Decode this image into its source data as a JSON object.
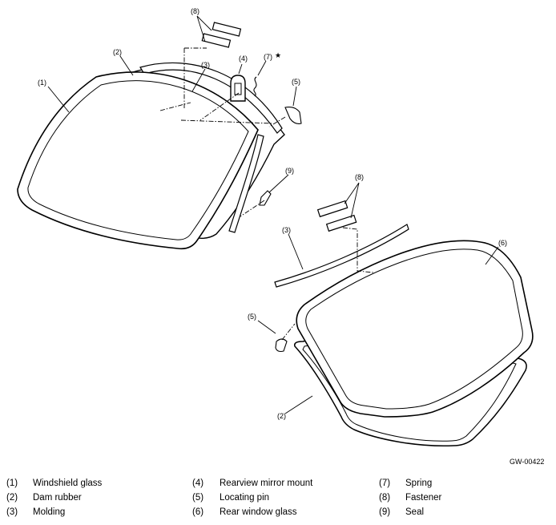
{
  "diagram": {
    "figure_code": "GW-00422",
    "star_symbol": "★",
    "callouts": {
      "c1": "(1)",
      "c2a": "(2)",
      "c2b": "(2)",
      "c3a": "(3)",
      "c3b": "(3)",
      "c4": "(4)",
      "c5a": "(5)",
      "c5b": "(5)",
      "c6": "(6)",
      "c7": "(7)",
      "c8a": "(8)",
      "c8b": "(8)",
      "c9": "(9)"
    }
  },
  "legend": [
    {
      "num": "(1)",
      "label": "Windshield glass"
    },
    {
      "num": "(2)",
      "label": "Dam rubber"
    },
    {
      "num": "(3)",
      "label": "Molding"
    },
    {
      "num": "(4)",
      "label": "Rearview mirror mount"
    },
    {
      "num": "(5)",
      "label": "Locating pin"
    },
    {
      "num": "(6)",
      "label": "Rear window glass"
    },
    {
      "num": "(7)",
      "label": "Spring"
    },
    {
      "num": "(8)",
      "label": "Fastener"
    },
    {
      "num": "(9)",
      "label": "Seal"
    }
  ]
}
